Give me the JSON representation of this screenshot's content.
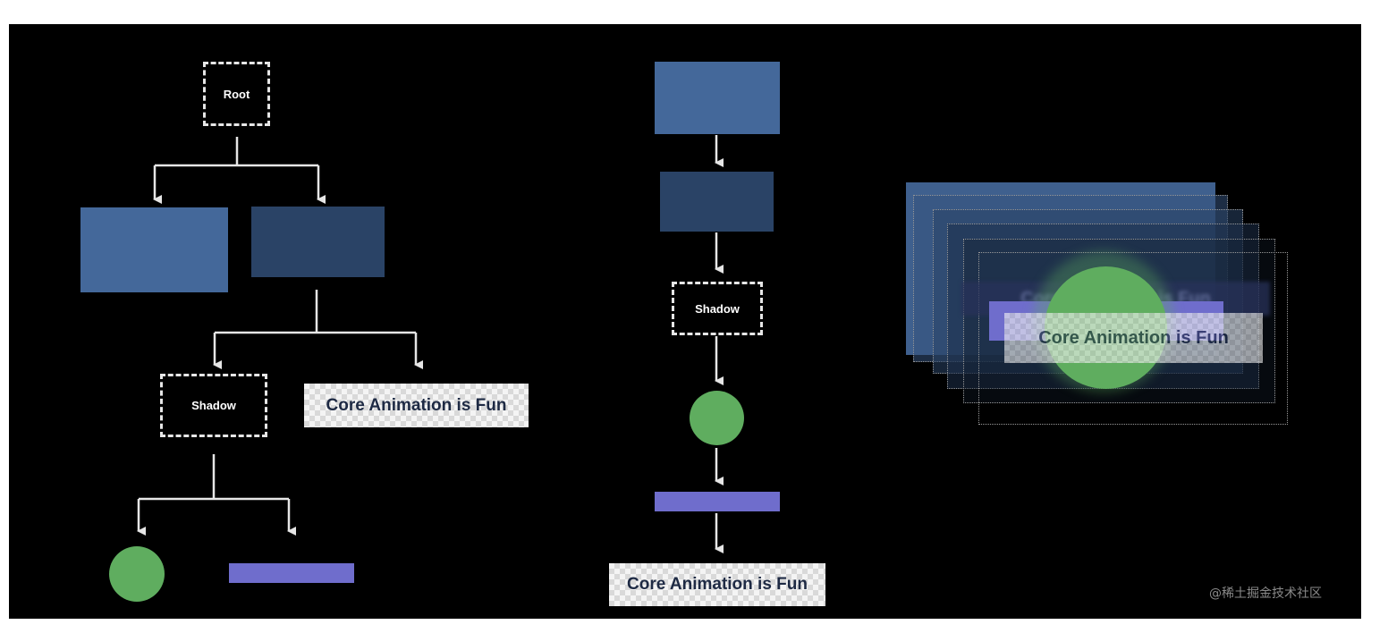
{
  "colors": {
    "background": "#000000",
    "layer_light_blue": "#44689a",
    "layer_dark_blue": "#2a4366",
    "circle_green": "#5fad5f",
    "bar_purple": "#6f6dcc",
    "arrow": "#e6e6e6"
  },
  "tree": {
    "root_label": "Root",
    "shadow_label": "Shadow",
    "text_layer_label": "Core Animation is Fun"
  },
  "flat": {
    "shadow_label": "Shadow",
    "text_layer_label": "Core Animation is Fun"
  },
  "composite": {
    "text_layer_label": "Core Animation is Fun",
    "blurred_text": "Core Animation is Fun"
  },
  "watermark": "@稀土掘金技术社区"
}
